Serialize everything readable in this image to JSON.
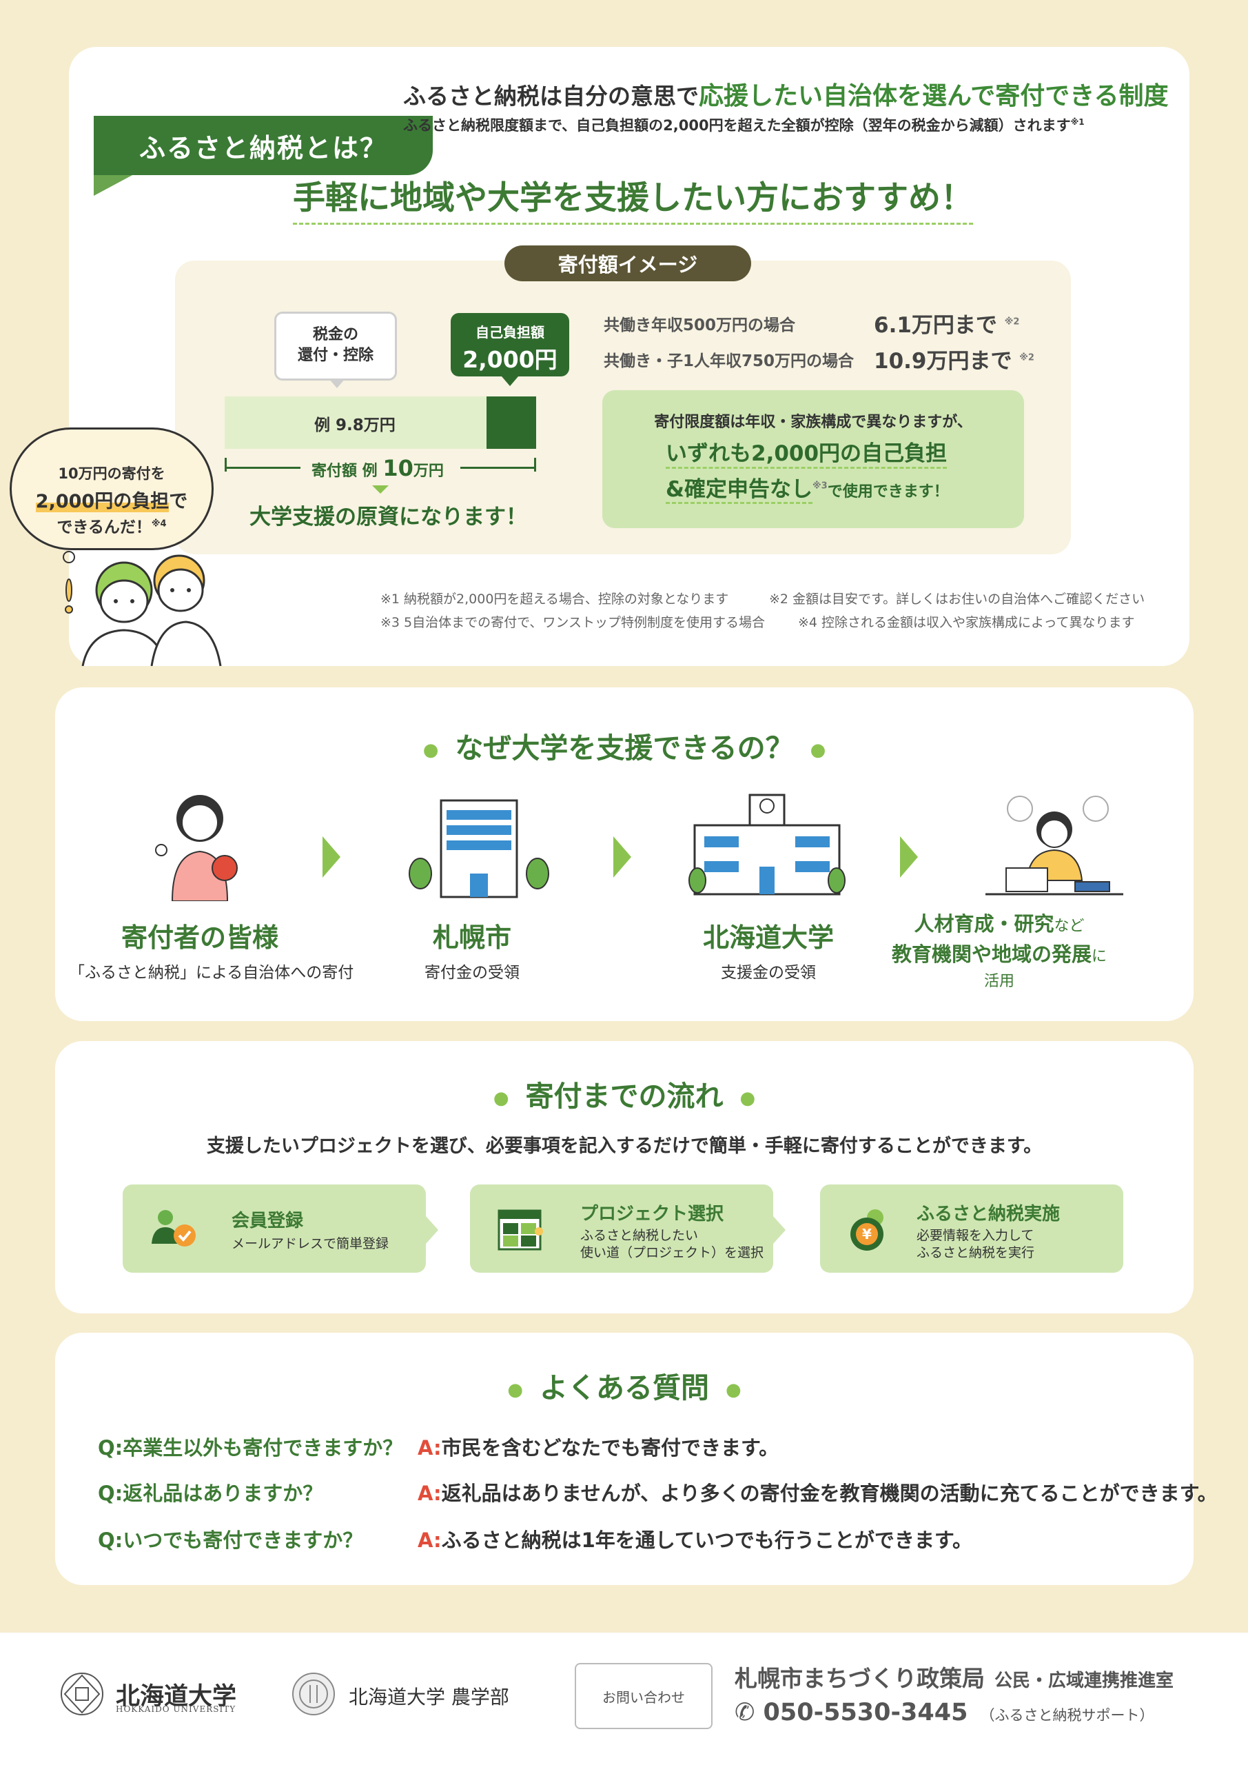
{
  "section1": {
    "tab_title": "ふるさと納税とは？",
    "intro_main_pre": "ふるさと納税は自分の意思で",
    "intro_main_highlight": "応援したい自治体を選んで寄付できる制度",
    "intro_sub": "ふるさと納税限度額まで、自己負担額の2,000円を超えた全額が控除（翌年の税金から減額）されます",
    "intro_sub_mark": "※1",
    "recommend": "手軽に地域や大学を支援したい方におすすめ！",
    "image_pill": "寄付額イメージ",
    "tax_bubble_line1": "税金の",
    "tax_bubble_line2": "還付・控除",
    "self_bubble_line1": "自己負担額",
    "self_bubble_line2": "2,000円",
    "bar_label": "例 9.8万円",
    "bar_self_fraction": 0.16,
    "bracket_prefix": "寄付額 例",
    "bracket_amount": "10",
    "bracket_suffix": "万円",
    "fund_text": "大学支援の原資になります！",
    "cases": [
      {
        "label": "共働き年収500万円の場合",
        "value": "6.1万円まで",
        "mark": "※2"
      },
      {
        "label": "共働き・子1人年収750万円の場合",
        "value": "10.9万円まで",
        "mark": "※2"
      }
    ],
    "limit_line1": "寄付限度額は年収・家族構成で異なりますが、",
    "limit_line2": "いずれも2,000円の自己負担",
    "limit_line3": "&確定申告なし",
    "limit_line3_mark": "※3",
    "limit_line3_tail": "で使用できます！",
    "notes": [
      "※1 納税額が2,000円を超える場合、控除の対象となります",
      "※2 金額は目安です。詳しくはお住いの自治体へご確認ください",
      "※3 5自治体までの寄付で、ワンストップ特例制度を使用する場合",
      "※4 控除される金額は収入や家族構成によって異なります"
    ],
    "cloud_line1": "10万円の寄付を",
    "cloud_line2_hl": "2,000円の負担",
    "cloud_line2_tail": "で",
    "cloud_line3": "できるんだ！",
    "cloud_mark": "※4"
  },
  "section2": {
    "title": "なぜ大学を支援できるの？",
    "flow": [
      {
        "name": "寄付者の皆様",
        "desc": "「ふるさと納税」による自治体への寄付",
        "icon": "donor-icon"
      },
      {
        "name": "札幌市",
        "desc": "寄付金の受領",
        "icon": "city-building-icon"
      },
      {
        "name": "北海道大学",
        "desc": "支援金の受領",
        "icon": "university-building-icon"
      }
    ],
    "last_line1_a": "人材育成・研究",
    "last_line1_b": "など",
    "last_line2_a": "教育機関や地域の発展",
    "last_line2_b": "に",
    "last_line3": "活用"
  },
  "section3": {
    "title": "寄付までの流れ",
    "lead": "支援したいプロジェクトを選び、必要事項を記入するだけで簡単・手軽に寄付することができます。",
    "steps": [
      {
        "name": "会員登録",
        "desc1": "メールアドレスで簡単登録",
        "desc2": "",
        "icon": "member-check-icon"
      },
      {
        "name": "プロジェクト選択",
        "desc1": "ふるさと納税したい",
        "desc2": "使い道（プロジェクト）を選択",
        "icon": "project-grid-icon"
      },
      {
        "name": "ふるさと納税実施",
        "desc1": "必要情報を入力して",
        "desc2": "ふるさと納税を実行",
        "icon": "yen-coin-icon"
      }
    ]
  },
  "section4": {
    "title": "よくある質問",
    "faq": [
      {
        "q": "Q:卒業生以外も寄付できますか？",
        "a": "市民を含むどなたでも寄付できます。"
      },
      {
        "q": "Q:返礼品はありますか？",
        "a": "返礼品はありませんが、より多くの寄付金を教育機関の活動に充てることができます。"
      },
      {
        "q": "Q:いつでも寄付できますか？",
        "a": "ふるさと納税は1年を通していつでも行うことができます。"
      }
    ],
    "answer_mark": "A:"
  },
  "footer": {
    "hu_name": "北海道大学",
    "hu_en": "HOKKAIDO UNIVERSITY",
    "agri_name": "北海道大学 農学部",
    "contact_label": "お問い合わせ",
    "dept_main": "札幌市まちづくり政策局",
    "dept_sub": "公民・広域連携推進室",
    "phone": "050-5530-3445",
    "phone_note": "（ふるさと納税サポート）"
  },
  "colors": {
    "background": "#f6edcf",
    "primary_green": "#3d7a34",
    "dark_green": "#2f6a2d",
    "light_green": "#cfe6b3",
    "accent_lime": "#8cc350",
    "pill_brown": "#5c5636",
    "answer_red": "#e14d3a"
  }
}
